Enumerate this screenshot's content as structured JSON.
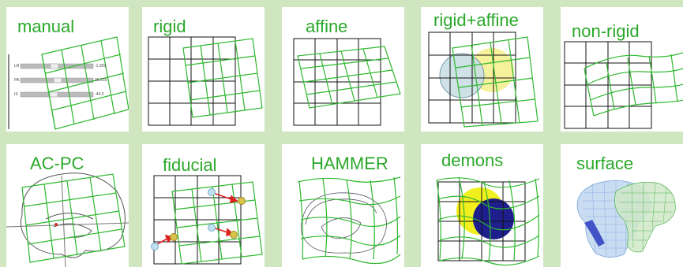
{
  "tiles": [
    {
      "label": "manual"
    },
    {
      "label": "rigid"
    },
    {
      "label": "affine"
    },
    {
      "label": "rigid+affine"
    },
    {
      "label": "non-rigid"
    },
    {
      "label": "AC-PC"
    },
    {
      "label": "fiducial"
    },
    {
      "label": "HAMMER"
    },
    {
      "label": "demons"
    },
    {
      "label": "surface"
    }
  ],
  "manual_panel": {
    "rows": [
      {
        "axis": "LR",
        "value": "-1.929"
      },
      {
        "axis": "PA",
        "value": "36.216"
      },
      {
        "axis": "IS",
        "value": "-44.3"
      }
    ]
  },
  "colors": {
    "background": "#cfe6c0",
    "label_green": "#2aa82a",
    "grid_green": "#2eb82e",
    "grid_black": "#111111"
  },
  "icons": [
    "grid-icon",
    "warped-grid-icon",
    "brain-outline-icon",
    "fiducial-marker-icon",
    "surface-mesh-icon"
  ]
}
